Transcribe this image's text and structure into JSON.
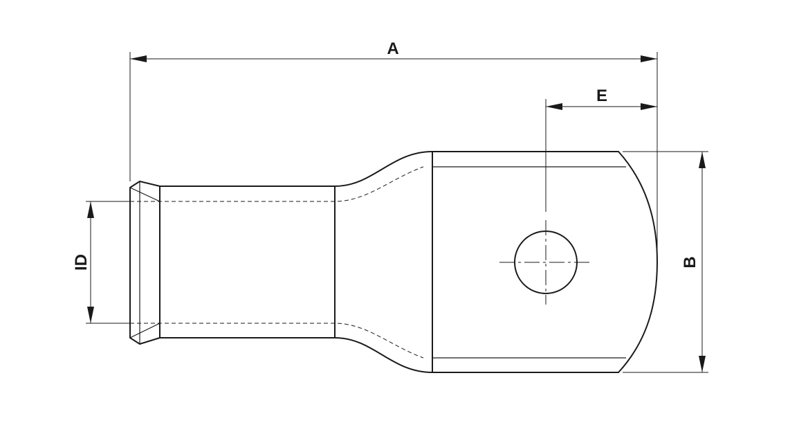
{
  "dimensions": {
    "overall_length": "A",
    "hole_to_end": "E",
    "palm_width": "B",
    "inner_diameter": "ID"
  }
}
